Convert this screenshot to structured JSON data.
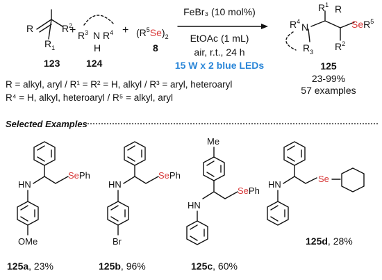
{
  "reaction": {
    "plus1": "+",
    "plus2": "+",
    "alkene": {
      "r": "R",
      "r1": "R",
      "r1_sup": "1",
      "r2": "R",
      "r2_sup": "2",
      "number": "123"
    },
    "amine": {
      "r3": "R",
      "r3_sup": "3",
      "n": "N",
      "h": "H",
      "r4": "R",
      "r4_sup": "4",
      "number": "124"
    },
    "diselenide": {
      "open": "(R",
      "sup5": "5",
      "se": "Se",
      "close": ")",
      "sub2": "2",
      "number": "8"
    },
    "conditions": {
      "catalyst": "FeBr₃ (10 mol%)",
      "solvent": "EtOAc (1 mL)",
      "atmosphere": "air, r.t., 24 h",
      "light": "15 W x 2 blue LEDs"
    },
    "product": {
      "r4": "R",
      "r4_sup": "4",
      "n": "N",
      "r1": "R",
      "r1_sup": "1",
      "r": "R",
      "se": "Se",
      "r5": "R",
      "r5_sup": "5",
      "r3": "R",
      "r3_sup": "3",
      "r2": "R",
      "r2_sup": "2",
      "number": "125",
      "yield_range": "23-99%",
      "examples": "57 examples"
    },
    "scope_line1": "R = alkyl, aryl / R¹ = R² = H, alkyl / R³ = aryl, heteroaryl",
    "scope_line2": "R⁴ = H, alkyl, heteroaryl / R⁵ = alkyl, aryl"
  },
  "selected_header": "Selected Examples",
  "examples": [
    {
      "hn": "HN",
      "se": "Se",
      "se_suffix": "Ph",
      "substituent": "OMe",
      "id": "125a",
      "yield": ", 23%"
    },
    {
      "hn": "HN",
      "se": "Se",
      "se_suffix": "Ph",
      "substituent": "Br",
      "id": "125b",
      "yield": ", 96%"
    },
    {
      "hn": "HN",
      "se": "Se",
      "se_suffix": "Ph",
      "substituent": "Me",
      "id": "125c",
      "yield": ", 60%"
    },
    {
      "hn": "HN",
      "se": "Se",
      "se_suffix": "",
      "substituent": "",
      "id": "125d",
      "yield": ", 28%"
    }
  ],
  "colors": {
    "selenium": "#d83a3a",
    "light_text": "#2a86d8",
    "text": "#111111"
  }
}
